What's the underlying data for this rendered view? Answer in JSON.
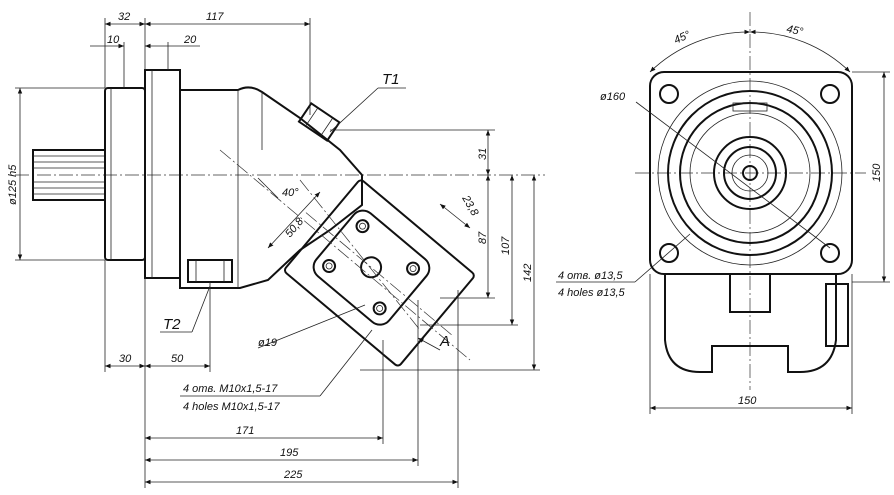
{
  "labels": {
    "T1": "T1",
    "T2": "T2",
    "A": "A"
  },
  "dimensions": {
    "d32": "32",
    "d117": "117",
    "d10": "10",
    "d20": "20",
    "d30": "30",
    "d50": "50",
    "d31": "31",
    "d87": "87",
    "d107": "107",
    "d142": "142",
    "d171": "171",
    "d195": "195",
    "d225": "225",
    "d150_h": "150",
    "d150_v": "150",
    "dia125": "ø125 h5",
    "dia160": "ø160",
    "dia19": "ø19",
    "d50_8": "50,8",
    "d23_8": "23,8",
    "angle40": "40°",
    "angle45_left": "45°",
    "angle45_right": "45°"
  },
  "notes": {
    "holes_ru_1": "4 отв. M10x1,5-17",
    "holes_en_1": "4 holes M10x1,5-17",
    "holes_ru_2": "4 отв. ø13,5",
    "holes_en_2": "4 holes ø13,5"
  }
}
